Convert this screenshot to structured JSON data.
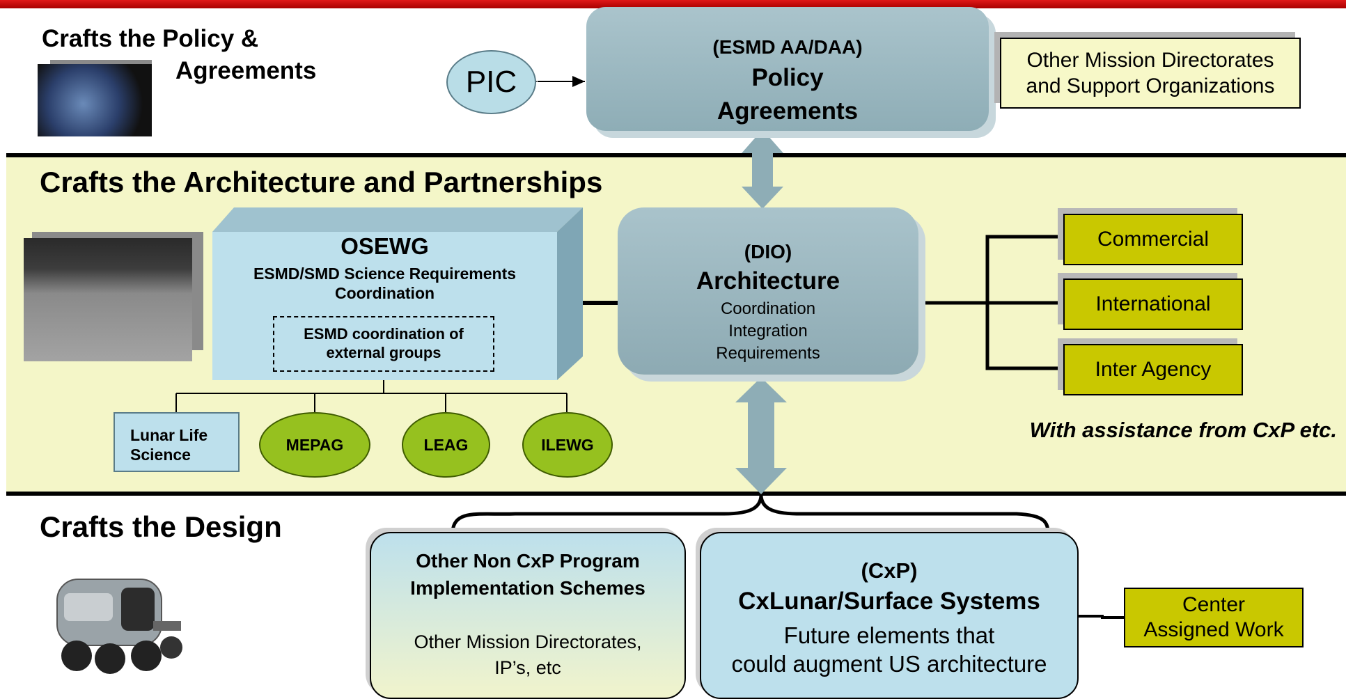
{
  "top": {
    "heading": "Crafts the Policy &",
    "heading2": "Agreements",
    "policy_box": {
      "line1": "(ESMD AA/DAA)",
      "line2": "Policy",
      "line3": "Agreements"
    },
    "pic_label": "PIC",
    "other_directorates": {
      "line1": "Other Mission Directorates",
      "line2": "and Support Organizations"
    }
  },
  "middle": {
    "heading": "Crafts the Architecture and Partnerships",
    "osewg": {
      "title": "OSEWG",
      "subtitle1": "ESMD/SMD Science Requirements",
      "subtitle2": "Coordination",
      "external_line1": "ESMD coordination of",
      "external_line2": "external groups"
    },
    "groups": [
      {
        "line1": "Lunar Life",
        "line2": "Science"
      },
      {
        "label": "MEPAG"
      },
      {
        "label": "LEAG"
      },
      {
        "label": "ILEWG"
      }
    ],
    "dio": {
      "line1": "(DIO)",
      "line2": "Architecture",
      "line3": "Coordination",
      "line4": "Integration",
      "line5": "Requirements"
    },
    "partners": [
      "Commercial",
      "International",
      "Inter Agency"
    ],
    "assistance": "With assistance from CxP etc."
  },
  "bottom": {
    "heading": "Crafts the Design",
    "non_cxp": {
      "line1": "Other Non CxP Program",
      "line2": "Implementation Schemes",
      "line3": "Other Mission Directorates,",
      "line4": "IP’s, etc"
    },
    "cxp": {
      "line1": "(CxP)",
      "line2": "CxLunar/Surface Systems",
      "line3": "Future elements that",
      "line4": "could augment US architecture"
    },
    "center_work": {
      "line1": "Center",
      "line2": "Assigned Work"
    }
  },
  "colors": {
    "band": "#f4f6c8",
    "steel_box": "#9bb7bf",
    "light_blue": "#bde0ec",
    "olive": "#c9c800",
    "green": "#96c11f",
    "red_bar": "#c81010"
  }
}
